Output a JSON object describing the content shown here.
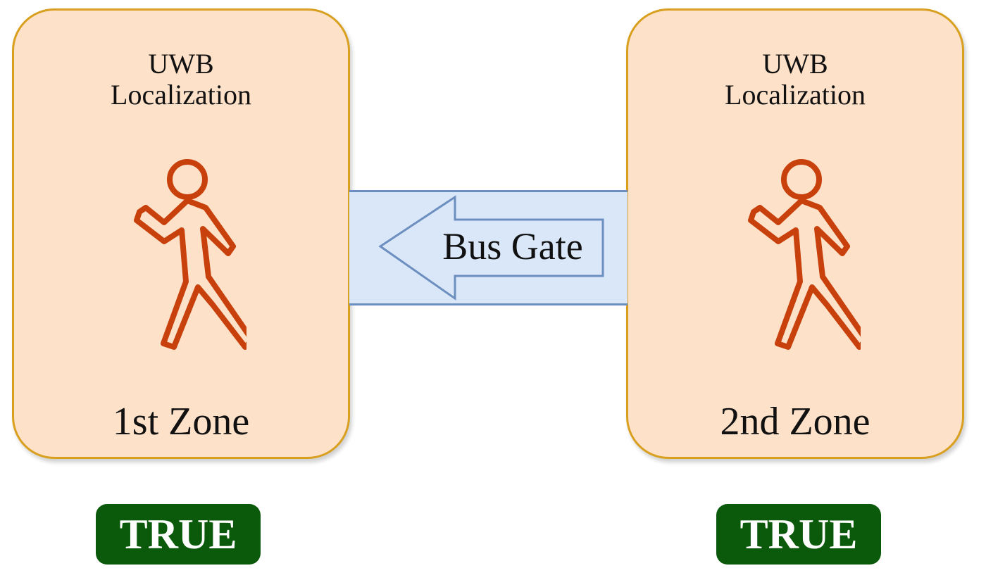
{
  "zones": [
    {
      "title_line1": "UWB",
      "title_line2": "Localization",
      "label": "1st Zone",
      "status": "TRUE",
      "icon": "walking-person-icon"
    },
    {
      "title_line1": "UWB",
      "title_line2": "Localization",
      "label": "2nd Zone",
      "status": "TRUE",
      "icon": "walking-person-icon"
    }
  ],
  "gate": {
    "label": "Bus Gate",
    "direction": "left"
  },
  "colors": {
    "zone_fill": "#fde1c8",
    "zone_border": "#d9a020",
    "person_stroke": "#c8400c",
    "gate_fill": "#d9e7f9",
    "gate_border": "#6d8fc0",
    "badge_fill": "#0b5a0b",
    "badge_text": "#ffffff"
  }
}
